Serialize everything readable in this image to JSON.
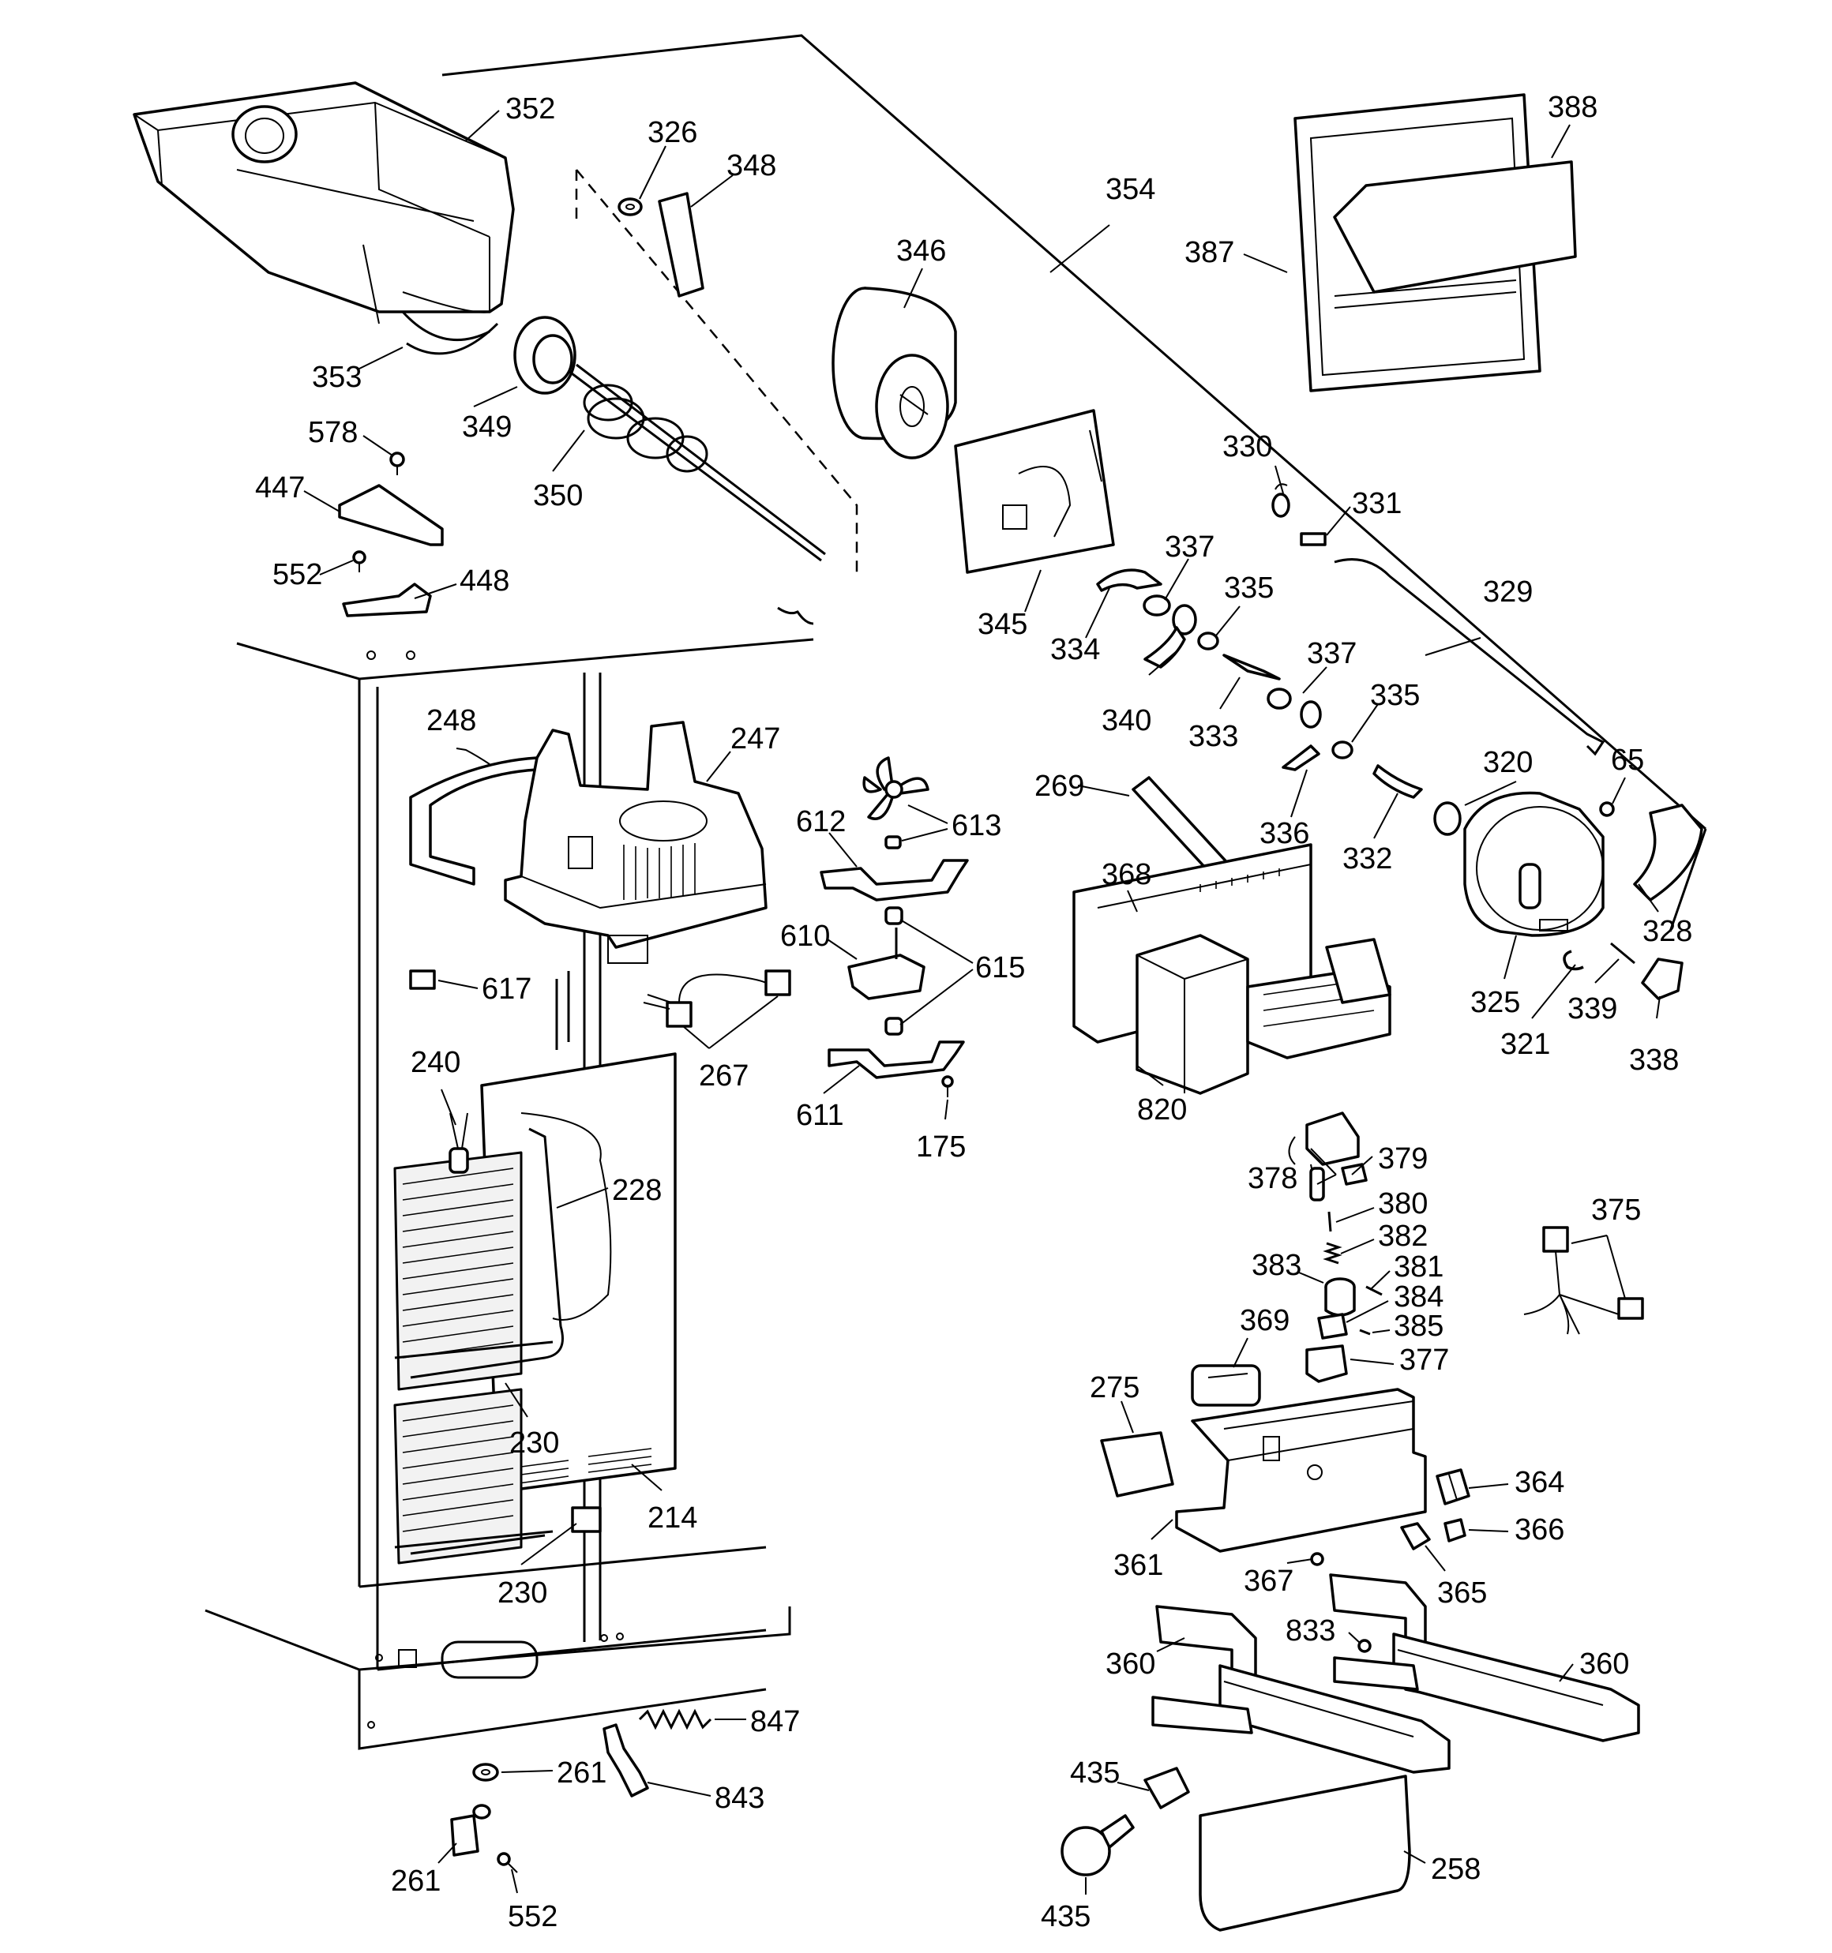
{
  "diagram": {
    "labels": {
      "l352": "352",
      "l326": "326",
      "l348": "348",
      "l346": "346",
      "l354": "354",
      "l388": "388",
      "l387": "387",
      "l353": "353",
      "l349": "349",
      "l350": "350",
      "l578": "578",
      "l447": "447",
      "l552a": "552",
      "l448": "448",
      "l345": "345",
      "l330": "330",
      "l331": "331",
      "l337a": "337",
      "l335a": "335",
      "l334": "334",
      "l340": "340",
      "l333": "333",
      "l337b": "337",
      "l335b": "335",
      "l329": "329",
      "l336": "336",
      "l332": "332",
      "l320": "320",
      "l65": "65",
      "l328": "328",
      "l325": "325",
      "l321": "321",
      "l339": "339",
      "l338": "338",
      "l269": "269",
      "l368": "368",
      "l820": "820",
      "l248": "248",
      "l247": "247",
      "l612": "612",
      "l613": "613",
      "l610": "610",
      "l615": "615",
      "l617": "617",
      "l267": "267",
      "l611": "611",
      "l175": "175",
      "l240": "240",
      "l228": "228",
      "l230a": "230",
      "l214": "214",
      "l230b": "230",
      "l378": "378",
      "l379": "379",
      "l380": "380",
      "l382": "382",
      "l383": "383",
      "l381": "381",
      "l384": "384",
      "l385": "385",
      "l377": "377",
      "l369": "369",
      "l375": "375",
      "l275": "275",
      "l364": "364",
      "l366": "366",
      "l361": "361",
      "l367": "367",
      "l365": "365",
      "l833": "833",
      "l360a": "360",
      "l360b": "360",
      "l847": "847",
      "l261a": "261",
      "l843": "843",
      "l261b": "261",
      "l552b": "552",
      "l435a": "435",
      "l435b": "435",
      "l258": "258"
    }
  }
}
